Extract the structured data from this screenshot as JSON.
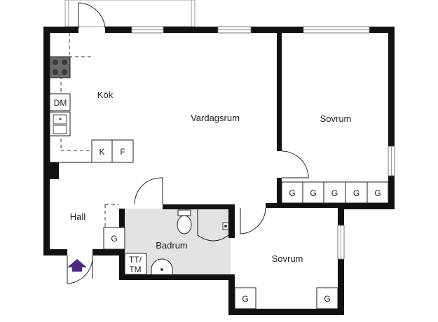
{
  "rooms": {
    "kok": "Kök",
    "vardagsrum": "Vardagsrum",
    "sovrum_top": "Sovrum",
    "hall": "Hall",
    "badrum": "Badrum",
    "sovrum_bottom": "Sovrum"
  },
  "fixtures": {
    "dm": "DM",
    "k": "K",
    "f": "F",
    "g_hall": "G",
    "tt_line1": "TT/",
    "tt_line2": "TM",
    "g_top": [
      "G",
      "G",
      "G",
      "G",
      "G"
    ],
    "g_bottom_left": "G",
    "g_bottom_right": "G"
  },
  "colors": {
    "wall": "#111111",
    "bath_floor": "#e3e3e3",
    "entrance_arrow": "#4b2a7b"
  },
  "icons": {
    "stove": "stove-icon",
    "sink": "sink-icon",
    "toilet": "toilet-icon",
    "washbasin": "washbasin-icon",
    "entrance": "entrance-arrow-icon"
  }
}
